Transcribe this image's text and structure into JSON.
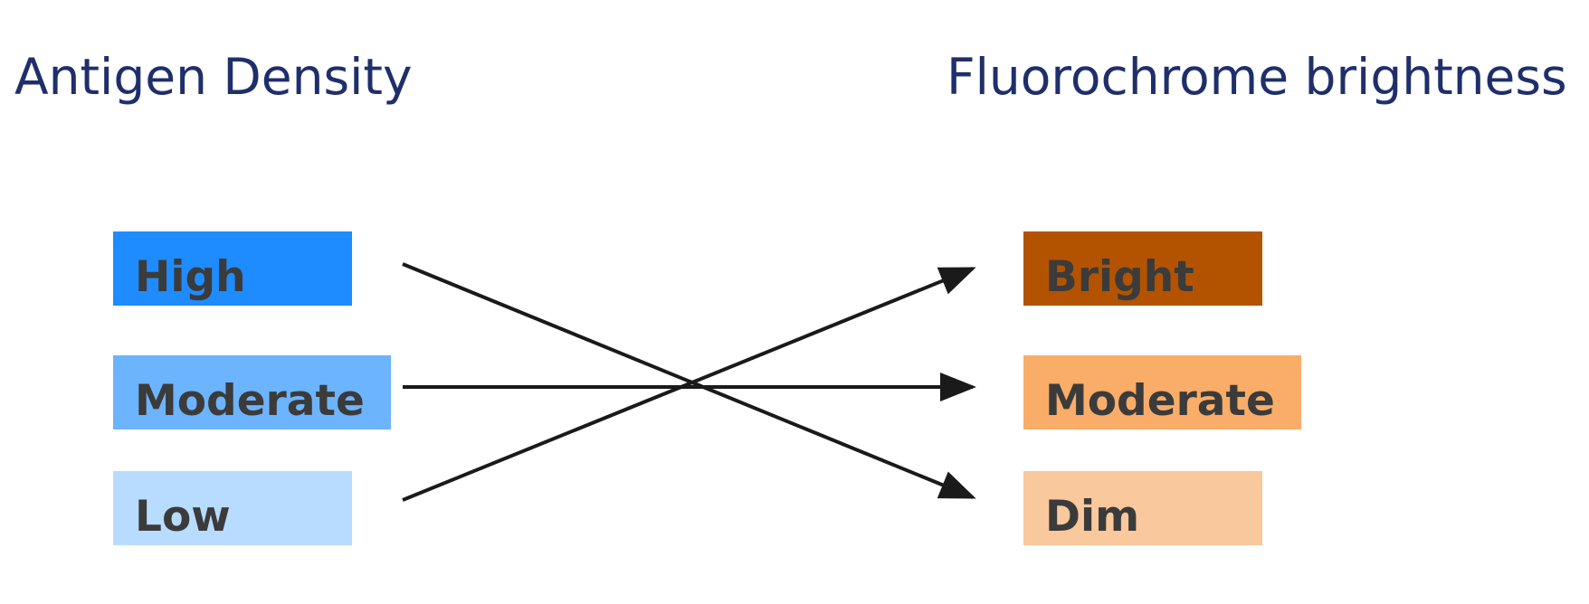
{
  "left": {
    "heading": "Antigen Density",
    "items": [
      {
        "label": "High",
        "color": "#1e8cff"
      },
      {
        "label": "Moderate",
        "color": "#6db4ff"
      },
      {
        "label": "Low",
        "color": "#b8dcff"
      }
    ]
  },
  "right": {
    "heading": "Fluorochrome brightness",
    "items": [
      {
        "label": "Bright",
        "color": "#b35300"
      },
      {
        "label": "Moderate",
        "color": "#f9ad68"
      },
      {
        "label": "Dim",
        "color": "#f9c89c"
      }
    ]
  },
  "mappings": [
    {
      "from": "High",
      "to": "Dim"
    },
    {
      "from": "Moderate",
      "to": "Moderate"
    },
    {
      "from": "Low",
      "to": "Bright"
    }
  ],
  "arrow_color": "#1a1a1a"
}
